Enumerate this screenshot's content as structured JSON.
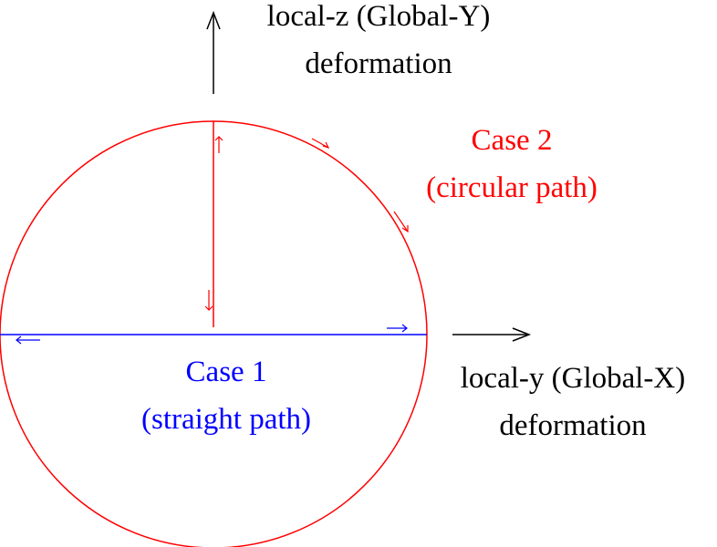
{
  "axes": {
    "vertical": {
      "line1": "local-z (Global-Y)",
      "line2": "deformation"
    },
    "horizontal": {
      "line1": "local-y (Global-X)",
      "line2": "deformation"
    }
  },
  "cases": {
    "case2": {
      "title": "Case 2",
      "subtitle": "(circular path)"
    },
    "case1": {
      "title": "Case 1",
      "subtitle": "(straight path)"
    }
  },
  "colors": {
    "case2": "#ff0000",
    "case1": "#0000ff",
    "axis": "#000000",
    "text": "#000000"
  }
}
